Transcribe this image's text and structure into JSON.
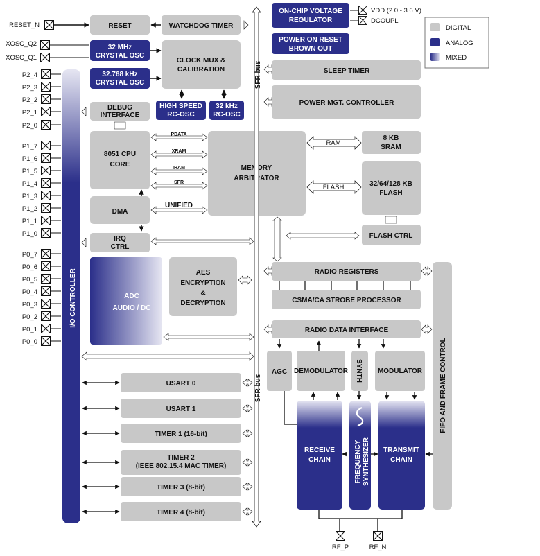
{
  "pins": {
    "reset_n": "RESET_N",
    "xosc_q2": "XOSC_Q2",
    "xosc_q1": "XOSC_Q1",
    "p2": [
      "P2_4",
      "P2_3",
      "P2_2",
      "P2_1",
      "P2_0"
    ],
    "p1": [
      "P1_7",
      "P1_6",
      "P1_5",
      "P1_4",
      "P1_3",
      "P1_2",
      "P1_1",
      "P1_0"
    ],
    "p0": [
      "P0_7",
      "P0_6",
      "P0_5",
      "P0_4",
      "P0_3",
      "P0_2",
      "P0_1",
      "P0_0"
    ],
    "vdd": "VDD (2.0 - 3.6 V)",
    "dcoupl": "DCOUPL",
    "rf_p": "RF_P",
    "rf_n": "RF_N"
  },
  "legend": {
    "digital": "DIGITAL",
    "analog": "ANALOG",
    "mixed": "MIXED"
  },
  "blocks": {
    "reset": "RESET",
    "watchdog": "WATCHDOG TIMER",
    "osc32m": [
      "32 MHz",
      "CRYSTAL OSC"
    ],
    "osc32k": [
      "32.768 kHz",
      "CRYSTAL OSC"
    ],
    "clockmux": [
      "CLOCK MUX &",
      "CALIBRATION"
    ],
    "hs_rc": [
      "HIGH SPEED",
      "RC-OSC"
    ],
    "k32_rc": [
      "32 kHz",
      "RC-OSC"
    ],
    "debug": [
      "DEBUG",
      "INTERFACE"
    ],
    "cpu": [
      "8051 CPU",
      "CORE"
    ],
    "dma": "DMA",
    "irq": [
      "IRQ",
      "CTRL"
    ],
    "memarb": [
      "MEMORY",
      "ARBITRATOR"
    ],
    "bus_pdata": "PDATA",
    "bus_xram": "XRAM",
    "bus_iram": "IRAM",
    "bus_sfr": "SFR",
    "bus_unified": "UNIFIED",
    "ram_label": "RAM",
    "sram": [
      "8 KB",
      "SRAM"
    ],
    "flash_label": "FLASH",
    "flash": [
      "32/64/128  KB",
      "FLASH"
    ],
    "flash_ctrl": "FLASH CTRL",
    "vreg": [
      "ON-CHIP VOLTAGE",
      "REGULATOR"
    ],
    "por": [
      "POWER ON RESET",
      "BROWN OUT"
    ],
    "sleep": "SLEEP TIMER",
    "pmc": "POWER MGT. CONTROLLER",
    "sfr_bus": "SFR bus",
    "io_ctrl": "I/O CONTROLLER",
    "adc": [
      "ADC",
      "AUDIO / DC"
    ],
    "aes": [
      "AES",
      "ENCRYPTION",
      "&",
      "DECRYPTION"
    ],
    "radio_regs": "RADIO REGISTERS",
    "csma": "CSMA/CA STROBE PROCESSOR",
    "radio_data": "RADIO DATA INTERFACE",
    "fifo": "FIFO AND FRAME CONTROL",
    "agc": "AGC",
    "demod": "DEMODULATOR",
    "synth": "SYNTH",
    "mod": "MODULATOR",
    "rx": [
      "RECEIVE",
      "CHAIN"
    ],
    "freq": [
      "FREQUENCY",
      "SYNTHESIZER"
    ],
    "tx": [
      "TRANSMIT",
      "CHAIN"
    ],
    "usart0": "USART 0",
    "usart1": "USART 1",
    "timer1": "TIMER 1 (16-bit)",
    "timer2": [
      "TIMER 2",
      "(IEEE 802.15.4 MAC TIMER)"
    ],
    "timer3": "TIMER 3 (8-bit)",
    "timer4": "TIMER 4 (8-bit)"
  },
  "colors": {
    "digital": "#c8c8c8",
    "analog": "#2b2f8a",
    "mixed_dark": "#2b2f8a",
    "mixed_light": "#e6e6f2"
  }
}
